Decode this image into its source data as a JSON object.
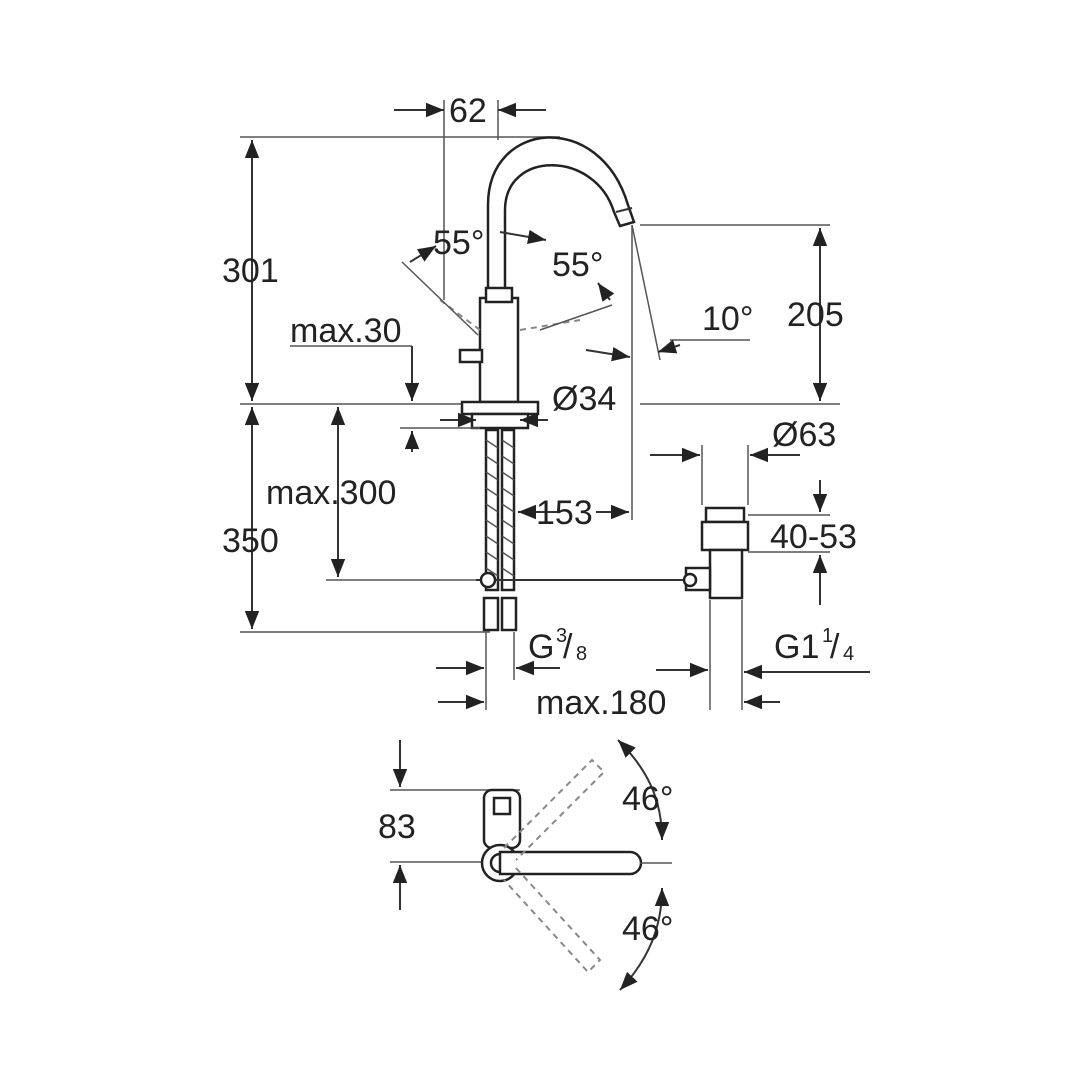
{
  "drawing": {
    "dimensions": {
      "spout_offset": "62",
      "total_height": "301",
      "spout_height": "205",
      "swivel_left": "55°",
      "swivel_right": "55°",
      "outflow_angle": "10°",
      "deck_thickness": "max.30",
      "body_diameter": "Ø34",
      "waste_diameter": "Ø63",
      "hose_length": "max.300",
      "below_deck": "350",
      "spout_reach": "153",
      "waste_range": "40-53",
      "supply_thread": "G",
      "supply_thread_num": "3",
      "supply_thread_den": "8",
      "waste_thread": "G1",
      "waste_thread_num": "1",
      "waste_thread_den": "4",
      "rod_length": "max.180",
      "plan_depth": "83",
      "plan_angle_top": "46°",
      "plan_angle_bottom": "46°"
    }
  }
}
